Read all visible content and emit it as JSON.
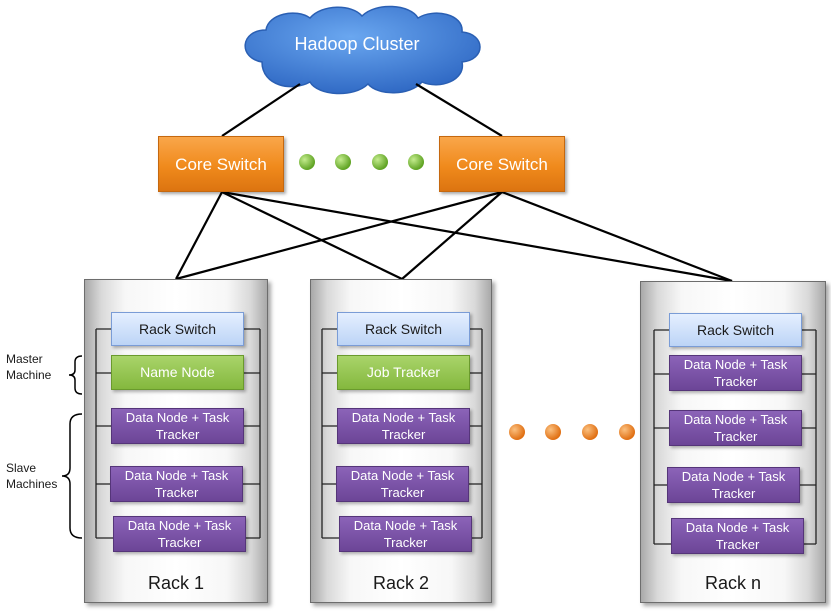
{
  "cloud": {
    "label": "Hadoop Cluster"
  },
  "core_switches": [
    {
      "label": "Core Switch"
    },
    {
      "label": "Core Switch"
    }
  ],
  "racks": [
    {
      "label": "Rack 1",
      "rack_switch": "Rack Switch",
      "nodes": [
        "Name Node",
        "Data Node + Task Tracker",
        "Data Node + Task Tracker",
        "Data Node + Task Tracker"
      ]
    },
    {
      "label": "Rack 2",
      "rack_switch": "Rack Switch",
      "nodes": [
        "Job Tracker",
        "Data Node + Task Tracker",
        "Data Node + Task Tracker",
        "Data Node + Task Tracker"
      ]
    },
    {
      "label": "Rack n",
      "rack_switch": "Rack Switch",
      "nodes": [
        "Data Node + Task Tracker",
        "Data Node + Task Tracker",
        "Data Node + Task Tracker",
        "Data Node + Task Tracker"
      ]
    }
  ],
  "side_labels": {
    "master": "Master Machine",
    "slave": "Slave Machines"
  },
  "colors": {
    "cloud": "#3f7fd6",
    "core_switch": "#f08a1c",
    "rack_switch": "#c9dcf7",
    "master_node": "#8dc34a",
    "data_node": "#7b52a8",
    "ellipsis_green": "#7cc241",
    "ellipsis_orange": "#f0862a"
  }
}
